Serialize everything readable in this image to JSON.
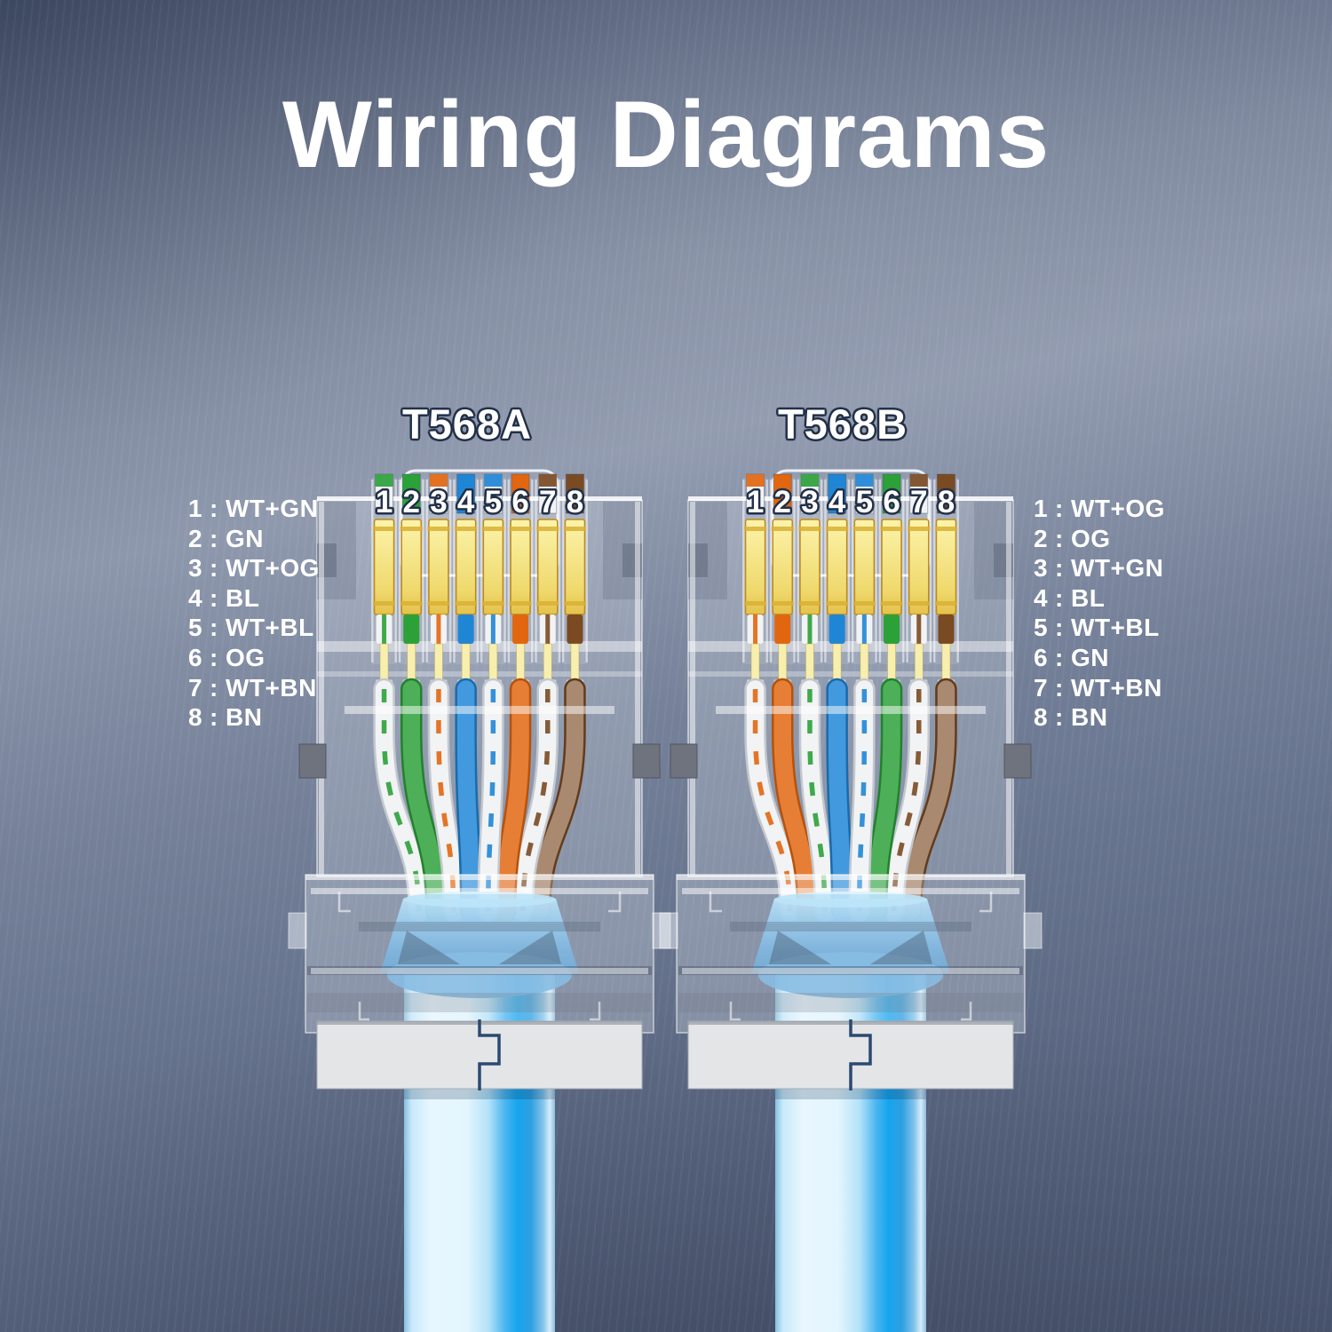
{
  "title": "Wiring Diagrams",
  "legend_separator": ":",
  "standards": [
    {
      "name": "T568A",
      "pins": [
        {
          "num": "1",
          "code": "WT+GN",
          "base": "white",
          "stripe": "green"
        },
        {
          "num": "2",
          "code": "GN",
          "base": "green"
        },
        {
          "num": "3",
          "code": "WT+OG",
          "base": "white",
          "stripe": "orange"
        },
        {
          "num": "4",
          "code": "BL",
          "base": "blue"
        },
        {
          "num": "5",
          "code": "WT+BL",
          "base": "white",
          "stripe": "blue"
        },
        {
          "num": "6",
          "code": "OG",
          "base": "orange"
        },
        {
          "num": "7",
          "code": "WT+BN",
          "base": "white",
          "stripe": "brown"
        },
        {
          "num": "8",
          "code": "BN",
          "base": "brown"
        }
      ]
    },
    {
      "name": "T568B",
      "pins": [
        {
          "num": "1",
          "code": "WT+OG",
          "base": "white",
          "stripe": "orange"
        },
        {
          "num": "2",
          "code": "OG",
          "base": "orange"
        },
        {
          "num": "3",
          "code": "WT+GN",
          "base": "white",
          "stripe": "green"
        },
        {
          "num": "4",
          "code": "BL",
          "base": "blue"
        },
        {
          "num": "5",
          "code": "WT+BL",
          "base": "white",
          "stripe": "blue"
        },
        {
          "num": "6",
          "code": "GN",
          "base": "green"
        },
        {
          "num": "7",
          "code": "WT+BN",
          "base": "white",
          "stripe": "brown"
        },
        {
          "num": "8",
          "code": "BN",
          "base": "brown"
        }
      ]
    }
  ],
  "palette": {
    "white": "#f2f3f4",
    "green": "#2ba138",
    "orange": "#e2660f",
    "blue": "#1f86d6",
    "brown": "#7a4a22",
    "gold": "#f2df84",
    "cable_blue": "#16a5ee",
    "background_top": "#47536d",
    "background_mid": "#8c96ab",
    "background_bottom": "#4b5771",
    "text": "#ffffff",
    "label_outline": "#223048"
  }
}
